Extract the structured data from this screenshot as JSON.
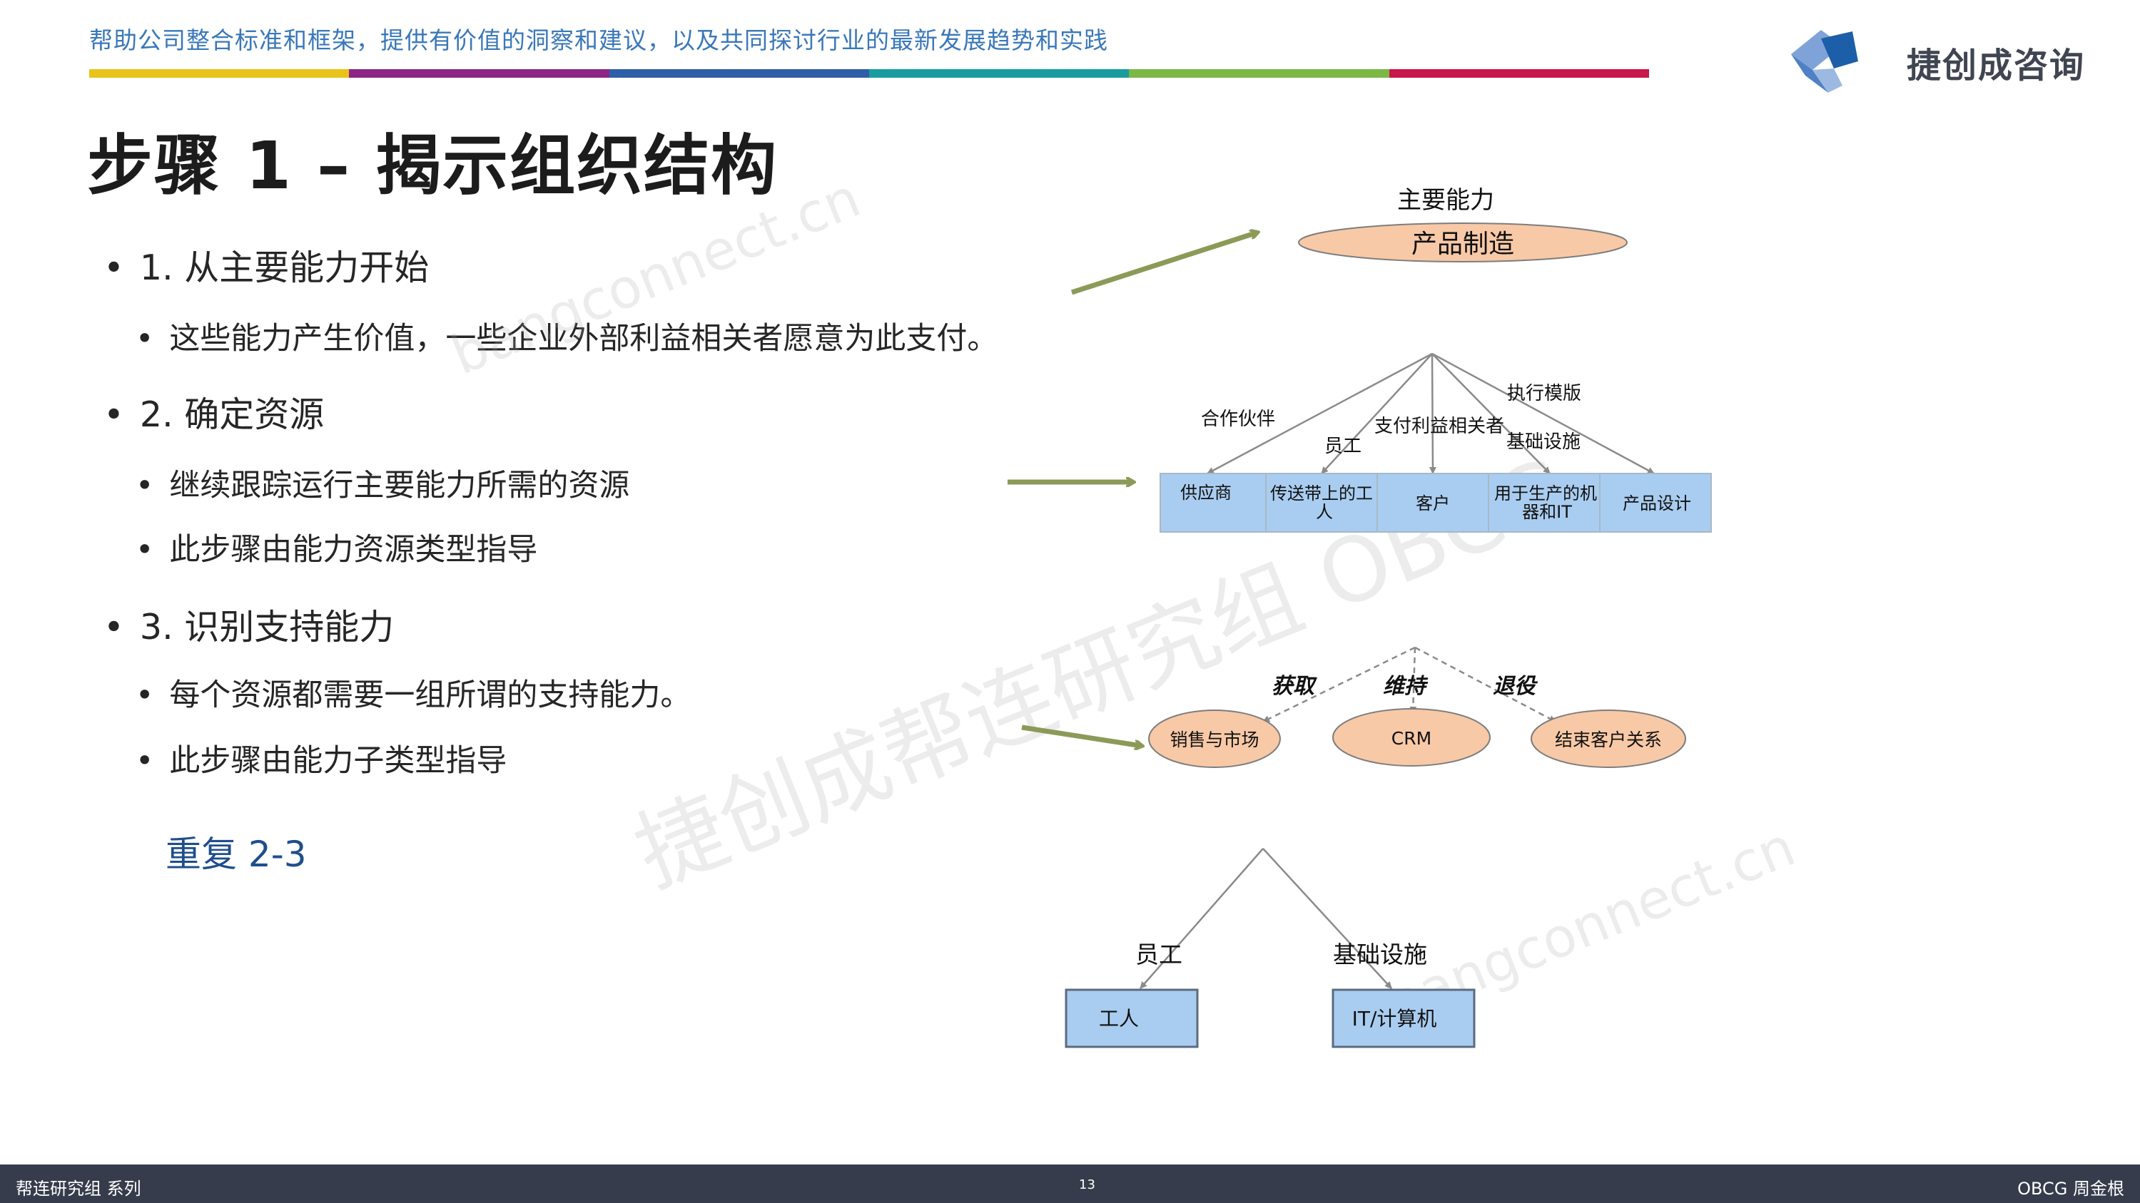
{
  "header": {
    "tagline": "帮助公司整合标准和框架，提供有价值的洞察和建议，以及共同探讨行业的最新发展趋势和实践",
    "brand": "捷创成咨询",
    "bar_colors": [
      "#e8c31a",
      "#8e2586",
      "#2f5ea8",
      "#1a9c9e",
      "#7bb844",
      "#c8174a"
    ]
  },
  "slide": {
    "title": "步骤 1 – 揭示组织结构",
    "bullets": [
      {
        "text": "1. 从主要能力开始",
        "bold_part": "从主要能力开始"
      },
      {
        "text": "这些能力产生价值，一些企业外部利益相关者愿意为此支付。"
      },
      {
        "text": "2. 确定资源"
      },
      {
        "text": "继续跟踪运行主要能力所需的资源"
      },
      {
        "text": "此步骤由能力资源类型指导"
      },
      {
        "text": "3. 识别支持能力"
      },
      {
        "text": "每个资源都需要一组所谓的支持能力。"
      },
      {
        "text": "此步骤由能力子类型指导"
      }
    ],
    "repeat": "重复 2-3"
  },
  "diagram": {
    "top_label": "主要能力",
    "top_node": "产品制造",
    "edge_labels": [
      "合作伙伴",
      "员工",
      "支付利益相关者",
      "执行模版",
      "基础设施"
    ],
    "resources": [
      "供应商",
      "传送带上的工人",
      "客户",
      "用于生产的机器和IT",
      "产品设计"
    ],
    "support_edge_labels": [
      "获取",
      "维持",
      "退役"
    ],
    "support_nodes": [
      "销售与市场",
      "CRM",
      "结束客户关系"
    ],
    "sub_edge_labels": [
      "员工",
      "基础设施"
    ],
    "sub_nodes": [
      "工人",
      "IT/计算机"
    ],
    "colors": {
      "ellipse": "#f8c9a6",
      "box": "#a9cdf0",
      "arrow": "#8c9a58"
    }
  },
  "watermarks": [
    "bangconnect.cn",
    "捷创成帮连研究组 OBCG",
    "bangconnect.cn"
  ],
  "footer": {
    "left": "帮连研究组 系列",
    "page": "13",
    "right": "OBCG 周金根"
  }
}
